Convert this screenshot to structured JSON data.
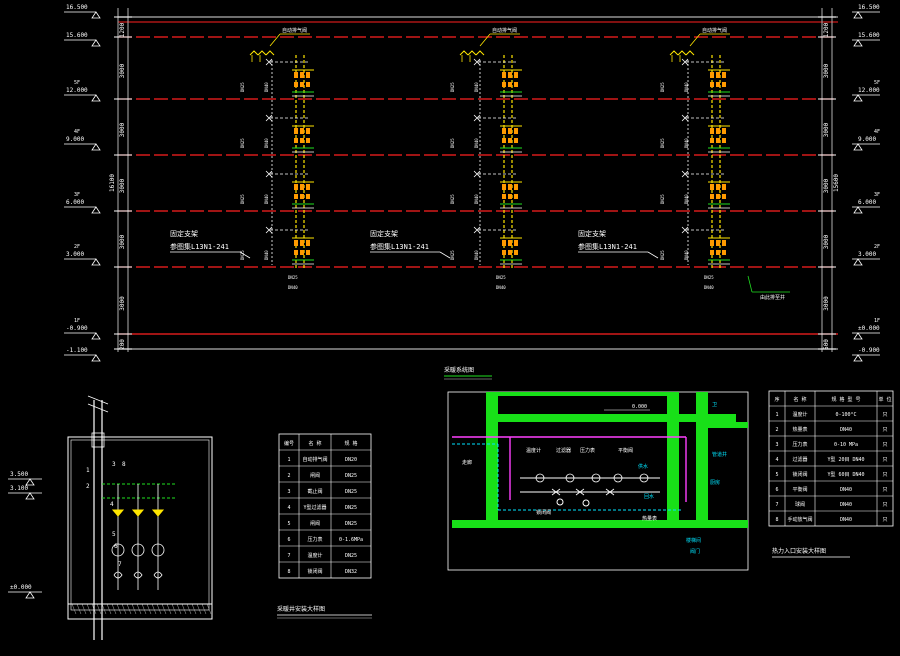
{
  "colors": {
    "background": "#000000",
    "floor_line": "#ff2020",
    "gray_line": "#b0b0b0",
    "pipe_yellow": "#ffe600",
    "pipe_green": "#20e020",
    "pipe_cyan": "#00e5ff",
    "pipe_magenta": "#ff40ff",
    "wall_green": "#18e018",
    "text_white": "#ffffff",
    "accent_orange": "#ff9a00"
  },
  "elevations_left": [
    {
      "floor": "",
      "elev": "16.500"
    },
    {
      "floor": "",
      "elev": "15.600"
    },
    {
      "floor": "5F",
      "elev": "12.000"
    },
    {
      "floor": "4F",
      "elev": "9.000"
    },
    {
      "floor": "3F",
      "elev": "6.000"
    },
    {
      "floor": "2F",
      "elev": "3.000"
    },
    {
      "floor": "1F",
      "elev": "-0.900"
    },
    {
      "floor": "",
      "elev": "-1.100"
    }
  ],
  "elevations_right": [
    {
      "floor": "",
      "elev": "16.500"
    },
    {
      "floor": "",
      "elev": "15.600"
    },
    {
      "floor": "5F",
      "elev": "12.000"
    },
    {
      "floor": "4F",
      "elev": "9.000"
    },
    {
      "floor": "3F",
      "elev": "6.000"
    },
    {
      "floor": "2F",
      "elev": "3.000"
    },
    {
      "floor": "1F",
      "elev": "±0.000"
    },
    {
      "floor": "",
      "elev": "-0.900"
    }
  ],
  "dims_left": [
    "1200",
    "3000",
    "3000",
    "3000",
    "3000",
    "3000",
    "200"
  ],
  "dims_right": [
    "1200",
    "3000",
    "3000",
    "3000",
    "3000",
    "3000",
    "500"
  ],
  "total_left": "16100",
  "total_right": "15600",
  "valve_label": "自动排气阀",
  "support_label": "固定支架",
  "support_ref": "参图集L13N1-241",
  "riser_labels": [
    "DN25",
    "DN40"
  ],
  "drain_label": "由此排至井",
  "detail_labels": {
    "elev_a": "3.500",
    "elev_b": "3.100",
    "floor_label": "±0.000"
  },
  "legend_table": {
    "headers": [
      "编号",
      "名 称",
      "规 格"
    ],
    "rows": [
      [
        "1",
        "自动排气阀",
        "DN20"
      ],
      [
        "2",
        "闸阀",
        "DN25"
      ],
      [
        "3",
        "截止阀",
        "DN25"
      ],
      [
        "4",
        "Y型过滤器",
        "DN25"
      ],
      [
        "5",
        "闸阀",
        "DN25"
      ],
      [
        "6",
        "压力表",
        "0-1.6MPa"
      ],
      [
        "7",
        "温度计",
        "DN25"
      ],
      [
        "8",
        "锁闭阀",
        "DN32"
      ]
    ]
  },
  "legend_caption": "采暖井安装大样图",
  "plan_title": "采暖系统图",
  "plan_labels": {
    "dim": "0.000",
    "left_room": "走廊",
    "right_room_a": "管道井",
    "right_room_b": "卫",
    "right_room_c": "厨房",
    "bottom_note": "楼梯间",
    "right_note": "阀门",
    "valve_a": "温度计",
    "valve_b": "过滤器",
    "valve_c": "压力表",
    "valve_d": "平衡阀",
    "valve_e": "锁闭阀",
    "valve_f": "热量表",
    "supply": "供水",
    "return": "回水"
  },
  "equip_table": {
    "headers": [
      "序",
      "名 称",
      "规 格 型 号",
      "单 位"
    ],
    "rows": [
      [
        "1",
        "温度计",
        "0-100°C",
        "只"
      ],
      [
        "2",
        "热量表",
        "DN40",
        "只"
      ],
      [
        "3",
        "压力表",
        "0-10 MPa",
        "只"
      ],
      [
        "4",
        "过滤器",
        "Y型 20目 DN40",
        "只"
      ],
      [
        "5",
        "锁闭阀",
        "Y型 60目 DN40",
        "只"
      ],
      [
        "6",
        "平衡阀",
        "DN40",
        "只"
      ],
      [
        "7",
        "球阀",
        "DN40",
        "只"
      ],
      [
        "8",
        "手动放气阀",
        "DN40",
        "只"
      ]
    ]
  },
  "equip_caption": "热力入口安装大样图"
}
